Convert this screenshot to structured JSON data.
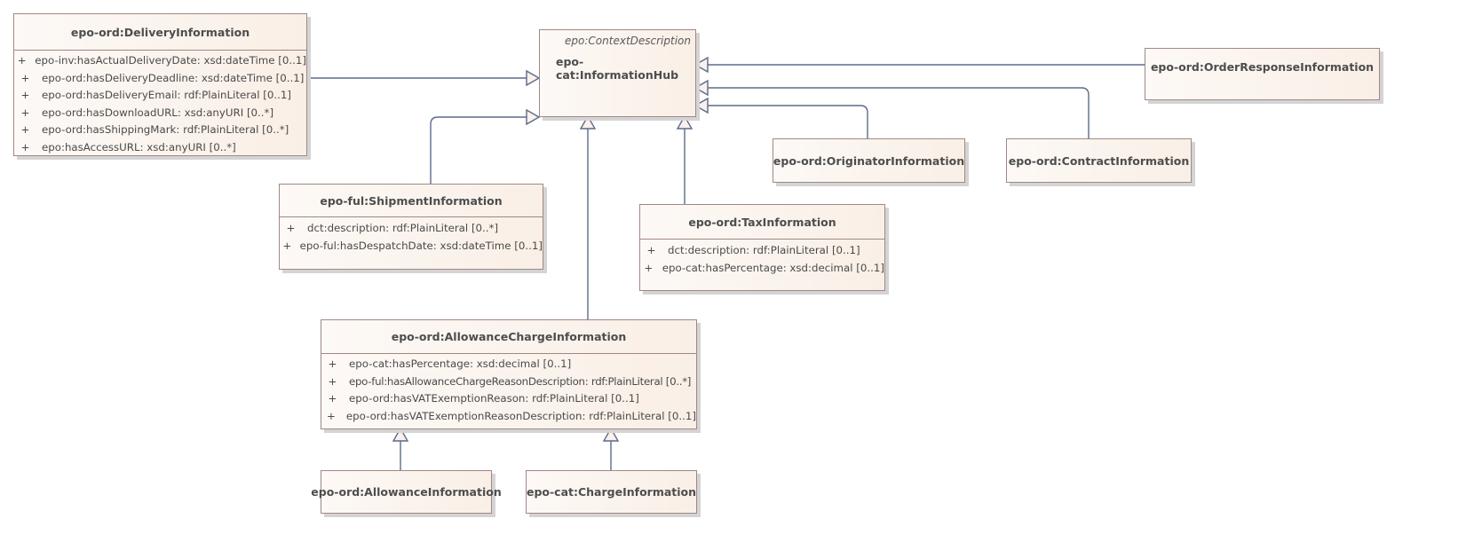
{
  "diagram": {
    "type": "UML class diagram",
    "colors": {
      "class_border": "#a08884",
      "class_fill_left": "#fdf9f6",
      "class_fill_right": "#f9efe6",
      "connector": "#5b6b8a",
      "arrowhead_fill": "#fbf1ec"
    },
    "classes": {
      "hub": {
        "name": "epo-cat:InformationHub",
        "stereotype": "epo:ContextDescription"
      },
      "delivery": {
        "name": "epo-ord:DeliveryInformation",
        "attributes": [
          {
            "vis": "+",
            "text": "epo-inv:hasActualDeliveryDate: xsd:dateTime [0..1]"
          },
          {
            "vis": "+",
            "text": "epo-ord:hasDeliveryDeadline: xsd:dateTime [0..1]"
          },
          {
            "vis": "+",
            "text": "epo-ord:hasDeliveryEmail: rdf:PlainLiteral [0..1]"
          },
          {
            "vis": "+",
            "text": "epo-ord:hasDownloadURL: xsd:anyURI [0..*]"
          },
          {
            "vis": "+",
            "text": "epo-ord:hasShippingMark: rdf:PlainLiteral [0..*]"
          },
          {
            "vis": "+",
            "text": "epo:hasAccessURL: xsd:anyURI [0..*]"
          }
        ]
      },
      "order_response": {
        "name": "epo-ord:OrderResponseInformation"
      },
      "shipment": {
        "name": "epo-ful:ShipmentInformation",
        "attributes": [
          {
            "vis": "+",
            "text": "dct:description: rdf:PlainLiteral [0..*]"
          },
          {
            "vis": "+",
            "text": "epo-ful:hasDespatchDate: xsd:dateTime [0..1]"
          }
        ]
      },
      "originator": {
        "name": "epo-ord:OriginatorInformation"
      },
      "contract": {
        "name": "epo-ord:ContractInformation"
      },
      "tax": {
        "name": "epo-ord:TaxInformation",
        "attributes": [
          {
            "vis": "+",
            "text": "dct:description: rdf:PlainLiteral [0..1]"
          },
          {
            "vis": "+",
            "text": "epo-cat:hasPercentage: xsd:decimal [0..1]"
          }
        ]
      },
      "allowance_charge": {
        "name": "epo-ord:AllowanceChargeInformation",
        "attributes": [
          {
            "vis": "+",
            "text": "epo-cat:hasPercentage: xsd:decimal [0..1]"
          },
          {
            "vis": "+",
            "text": "epo-ful:hasAllowanceChargeReasonDescription: rdf:PlainLiteral [0..*]"
          },
          {
            "vis": "+",
            "text": "epo-ord:hasVATExemptionReason: rdf:PlainLiteral [0..1]"
          },
          {
            "vis": "+",
            "text": "epo-ord:hasVATExemptionReasonDescription: rdf:PlainLiteral [0..1]"
          }
        ]
      },
      "allowance": {
        "name": "epo-ord:AllowanceInformation"
      },
      "charge": {
        "name": "epo-cat:ChargeInformation"
      }
    },
    "generalizations": [
      {
        "from": "epo-ord:DeliveryInformation",
        "to": "epo-cat:InformationHub"
      },
      {
        "from": "epo-ful:ShipmentInformation",
        "to": "epo-cat:InformationHub"
      },
      {
        "from": "epo-ord:AllowanceChargeInformation",
        "to": "epo-cat:InformationHub"
      },
      {
        "from": "epo-ord:TaxInformation",
        "to": "epo-cat:InformationHub"
      },
      {
        "from": "epo-ord:OrderResponseInformation",
        "to": "epo-cat:InformationHub"
      },
      {
        "from": "epo-ord:ContractInformation",
        "to": "epo-cat:InformationHub"
      },
      {
        "from": "epo-ord:OriginatorInformation",
        "to": "epo-cat:InformationHub"
      },
      {
        "from": "epo-ord:AllowanceInformation",
        "to": "epo-ord:AllowanceChargeInformation"
      },
      {
        "from": "epo-cat:ChargeInformation",
        "to": "epo-ord:AllowanceChargeInformation"
      }
    ]
  }
}
